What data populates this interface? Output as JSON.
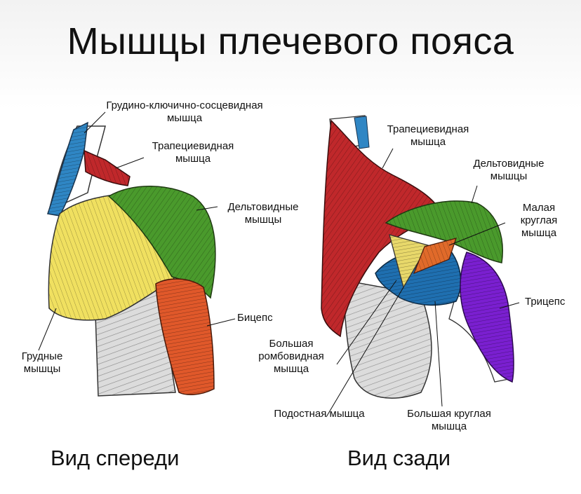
{
  "title": "Мышцы плечевого пояса",
  "front": {
    "caption": "Вид спереди",
    "labels": {
      "scm_1": "Грудино-ключично-сосцевидная",
      "scm_2": "мышца",
      "trap_1": "Трапециевидная",
      "trap_2": "мышца",
      "delt_1": "Дельтовидные",
      "delt_2": "мышцы",
      "biceps": "Бицепс",
      "pec_1": "Грудные",
      "pec_2": "мышцы"
    }
  },
  "back": {
    "caption": "Вид сзади",
    "labels": {
      "trap_1": "Трапециевидная",
      "trap_2": "мышца",
      "delt_1": "Дельтовидные",
      "delt_2": "мышцы",
      "teres_minor_1": "Малая",
      "teres_minor_2": "круглая",
      "teres_minor_3": "мышца",
      "triceps": "Трицепс",
      "rhomboid_1": "Большая",
      "rhomboid_2": "ромбовидная",
      "rhomboid_3": "мышца",
      "infraspinatus": "Подостная мышца",
      "teres_major_1": "Большая круглая",
      "teres_major_2": "мышца"
    }
  },
  "colors": {
    "scm": "#2f86c4",
    "trapezius": "#c0282b",
    "deltoid": "#4a9a2c",
    "pectoral": "#f0e060",
    "biceps": "#e0582a",
    "triceps": "#7a1fd0",
    "infraspinatus": "#1f6fb0",
    "teres_minor": "#e06a2a",
    "rhomboid": "#e8d86a",
    "ribs": "#d0d0d0"
  }
}
